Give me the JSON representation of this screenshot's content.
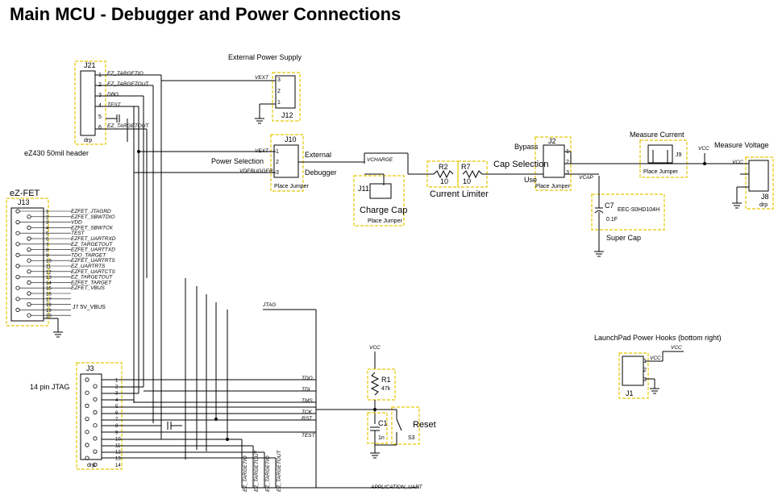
{
  "page": {
    "title": "Main MCU - Debugger and Power Connections"
  },
  "blocks": {
    "j21": {
      "ref": "J21",
      "foot": "drp",
      "caption": "eZ430 50mil header",
      "nets": [
        "EZ_TARGETIO",
        "EZ_TARGETOUT",
        "DBG",
        "TEST",
        "",
        "EZ_TARGETOUT"
      ]
    },
    "j13": {
      "ref": "J13",
      "group": "eZ-FET",
      "extra": "J7  5V_VBUS",
      "nets": [
        "EZFET_JTAGRD",
        "EZFET_SBWTDIO",
        "VDD",
        "EZFET_SBWTCK",
        "TEST",
        "EZFET_UARTRXD",
        "EZ_TARGETOUT",
        "EZFET_UARTTXD",
        "TDO_TARGET",
        "EZFET_UARTRTS",
        "EZ_UARTRTS",
        "EZFET_UARTCTS",
        "EZ_TARGETOUT",
        "EZFET_TARGET",
        "EZFET_VBUS"
      ]
    },
    "ext": {
      "title": "External Power Supply",
      "ref": "J12",
      "net": "VEXT"
    },
    "j10": {
      "ref": "J10",
      "caption": "Power Selection",
      "opt1": "External",
      "opt2": "Debugger",
      "foot": "Place Jumper",
      "net1": "VEXT",
      "net2": "VDEBUGGER"
    },
    "j11": {
      "ref": "J11",
      "caption": "Charge Cap",
      "foot": "Place Jumper",
      "net": "VCHARGE"
    },
    "limiter": {
      "caption": "Current Limiter",
      "r2": "R2",
      "r7": "R7",
      "v2": "10",
      "v7": "10"
    },
    "j2": {
      "ref": "J2",
      "caption": "Cap Selection",
      "opt1": "Bypass",
      "opt2": "Use",
      "foot": "Place Jumper",
      "net": "VCAP"
    },
    "c7": {
      "ref": "C7",
      "part": "EEC-S0HD104H",
      "value": "0.1F",
      "caption": "Super Cap"
    },
    "j9": {
      "ref": "J9",
      "caption": "Measure Current",
      "foot": "Place Jumper",
      "net": "VCC"
    },
    "j8": {
      "ref": "J8",
      "caption": "Measure Voltage",
      "foot": "drp",
      "net": "VCC"
    },
    "j3": {
      "ref": "J3",
      "caption": "14 pin JTAG",
      "foot": "drp",
      "nets": [
        "TDO",
        "TDI",
        "TMS",
        "TCK",
        "RST",
        "TEST"
      ],
      "bus": "JTAG",
      "busnets": [
        "EZ_TARGETIO",
        "EZ_TARGETOUT",
        "EZ_TARGETIO",
        "EZ_TARGETOUT"
      ],
      "bottom": "APPLICATION_UART"
    },
    "reset": {
      "caption": "Reset",
      "r1": "R1",
      "r1v": "47k",
      "c1": "C1",
      "c1v": "1n",
      "sw": "S3",
      "net": "VCC"
    },
    "j1": {
      "ref": "J1",
      "caption": "LaunchPad Power Hooks (bottom right)",
      "net": "VCC",
      "net2": "VCC"
    }
  },
  "colors": {
    "wire": "#000000",
    "jumper_box": "#e6c800"
  }
}
